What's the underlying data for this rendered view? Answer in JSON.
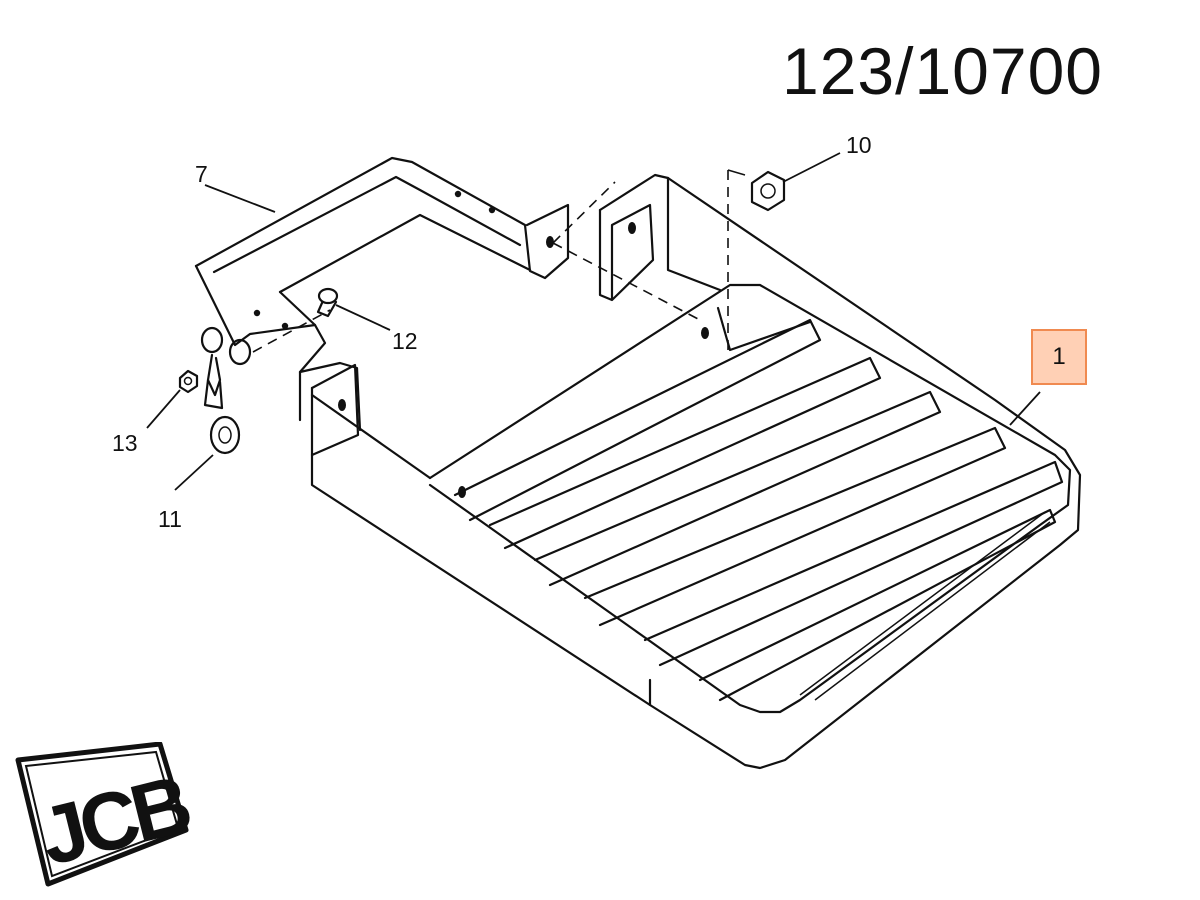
{
  "page_code": "123/10700",
  "brand": {
    "logo_text": "JCB"
  },
  "callouts": [
    {
      "id": "c7",
      "label": "7"
    },
    {
      "id": "c10",
      "label": "10"
    },
    {
      "id": "c12",
      "label": "12"
    },
    {
      "id": "c13",
      "label": "13"
    },
    {
      "id": "c11",
      "label": "11"
    },
    {
      "id": "c1",
      "label": "1",
      "highlighted": true
    }
  ],
  "colors": {
    "highlight_fill": "#ffc29a",
    "highlight_border": "#f08a50",
    "line": "#111111"
  }
}
